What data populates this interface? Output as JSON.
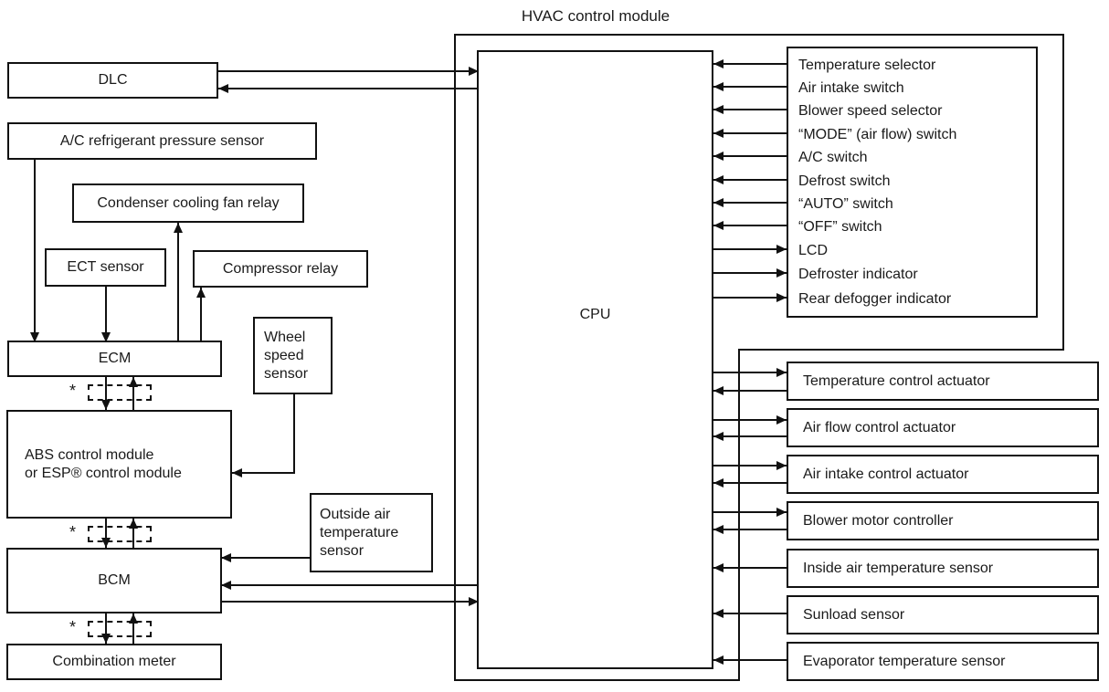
{
  "diagram_title": "HVAC control module",
  "cpu_label": "CPU",
  "note_marker": "*",
  "modules": {
    "dlc": "DLC",
    "ac_refrigerant_pressure_sensor": "A/C refrigerant pressure sensor",
    "condenser_cooling_fan_relay": "Condenser cooling fan relay",
    "ect_sensor": "ECT sensor",
    "compressor_relay": "Compressor relay",
    "wheel_speed_sensor": "Wheel\nspeed\nsensor",
    "ecm": "ECM",
    "abs_or_esp_module": "ABS control module\nor ESP® control module",
    "outside_air_temperature_sensor": "Outside air\ntemperature\nsensor",
    "bcm": "BCM",
    "combination_meter": "Combination meter"
  },
  "control_panel_rows": [
    "Temperature selector",
    "Air intake switch",
    "Blower speed selector",
    "“MODE” (air flow) switch",
    "A/C switch",
    "Defrost switch",
    "“AUTO” switch",
    "“OFF” switch",
    "LCD",
    "Defroster indicator",
    "Rear defogger indicator"
  ],
  "peripheral_boxes": [
    "Temperature control actuator",
    "Air flow control actuator",
    "Air intake control actuator",
    "Blower motor controller",
    "Inside air temperature sensor",
    "Sunload sensor",
    "Evaporator temperature sensor"
  ]
}
